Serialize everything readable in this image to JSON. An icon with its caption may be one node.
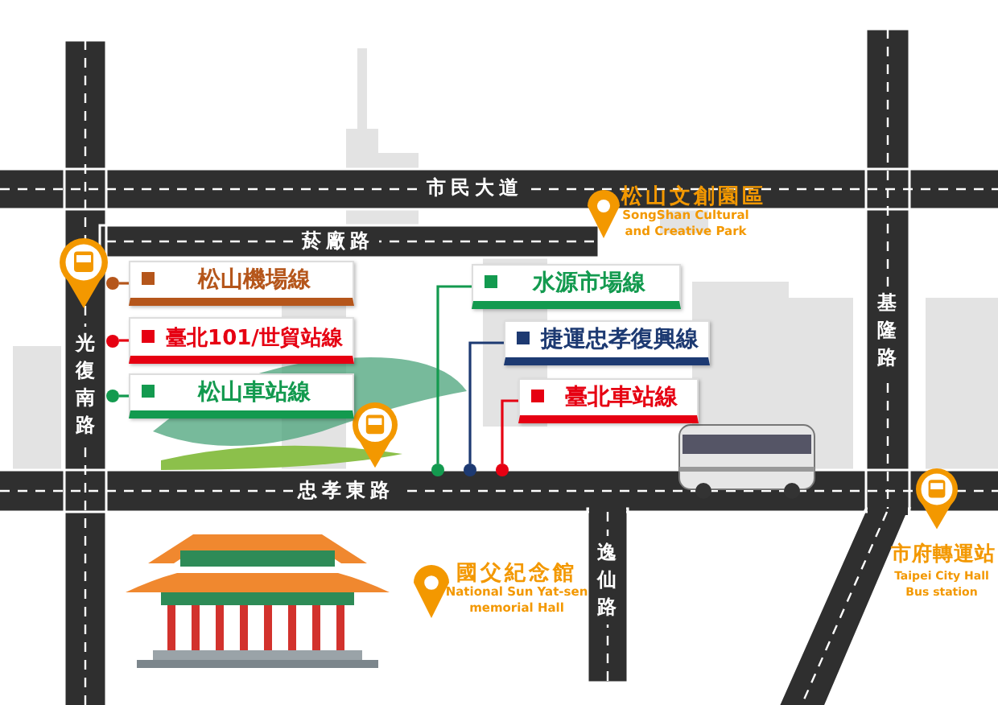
{
  "diagram": {
    "nodes": [
      {
        "text": [
          "松山機場線"
        ]
      },
      {
        "text": [
          "臺北101/世貿站線"
        ]
      },
      {
        "text": [
          "松山車站線"
        ]
      },
      {
        "text": [
          "水源市場線"
        ]
      },
      {
        "text": [
          "捷運忠孝復興線"
        ]
      },
      {
        "text": [
          "臺北車站線"
        ]
      },
      {
        "text": [],
        "shape": "circle"
      },
      {
        "text": [],
        "shape": "circle"
      },
      {
        "text": [],
        "shape": "circle"
      },
      {
        "text": [],
        "shape": "circle"
      },
      {
        "text": [],
        "shape": "circle"
      },
      {
        "text": [],
        "shape": "circle"
      }
    ],
    "edges": [
      {
        "from": 0,
        "to": 6,
        "arrow": "none",
        "color": "#b5561b"
      },
      {
        "from": 1,
        "to": 7,
        "arrow": "none",
        "color": "#e60012"
      },
      {
        "from": 2,
        "to": 8,
        "arrow": "none",
        "color": "#139a4f"
      },
      {
        "from": 3,
        "to": 9,
        "arrow": "none",
        "color": "#139a4f"
      },
      {
        "from": 4,
        "to": 10,
        "arrow": "none",
        "color": "#1d3a72"
      },
      {
        "from": 5,
        "to": 11,
        "arrow": "none",
        "color": "#e60012"
      }
    ],
    "labels": [
      "市民大道",
      "松山文創園區",
      "SongShan Cultural and Creative Park",
      "菸廠路",
      "基隆路",
      "光復南路",
      "忠孝東路",
      "逸仙路",
      "國父紀念館",
      "National Sun Yat-sen memorial Hall",
      "市府轉運站",
      "Taipei City Hall Bus station"
    ]
  }
}
